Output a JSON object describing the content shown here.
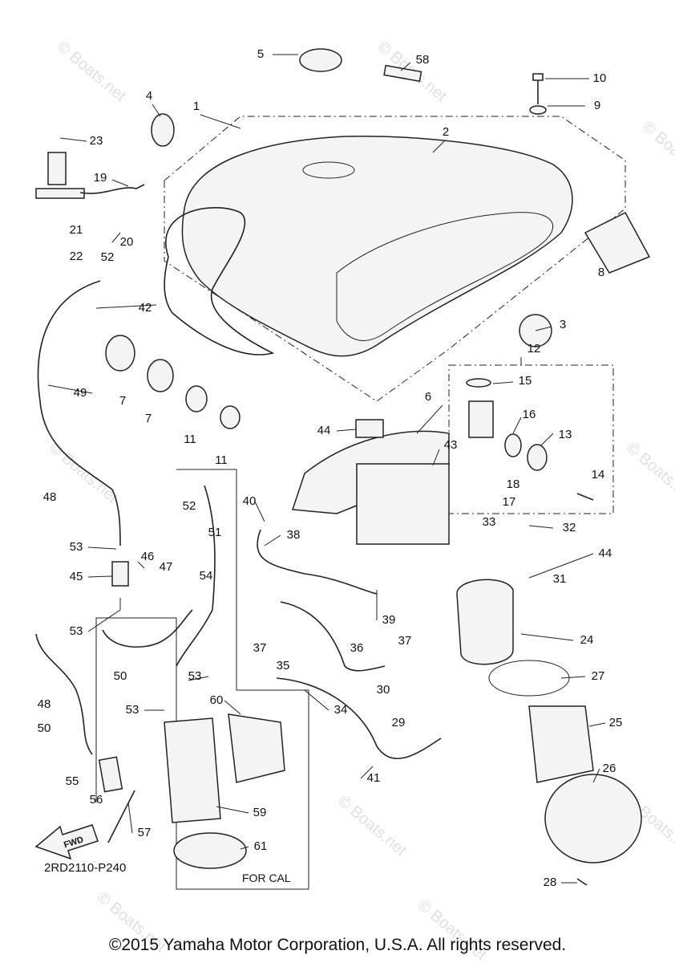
{
  "diagram": {
    "callouts": [
      "5",
      "58",
      "10",
      "9",
      "4",
      "1",
      "23",
      "2",
      "19",
      "21",
      "20",
      "22",
      "52",
      "8",
      "42",
      "3",
      "12",
      "49",
      "7",
      "7",
      "15",
      "16",
      "13",
      "11",
      "11",
      "6",
      "44",
      "43",
      "14",
      "18",
      "17",
      "48",
      "52",
      "40",
      "51",
      "38",
      "33",
      "32",
      "44",
      "53",
      "46",
      "47",
      "45",
      "54",
      "31",
      "39",
      "53",
      "37",
      "36",
      "37",
      "24",
      "35",
      "50",
      "53",
      "27",
      "30",
      "48",
      "60",
      "53",
      "34",
      "29",
      "25",
      "50",
      "26",
      "55",
      "56",
      "41",
      "59",
      "57",
      "61",
      "28"
    ],
    "diagram_code": "2RD2110-P240",
    "variant_note": "FOR CAL",
    "fwd_arrow_label": "FWD",
    "watermark": "© Boats.net",
    "copyright": "©2015 Yamaha Motor Corporation, U.S.A. All rights reserved."
  }
}
